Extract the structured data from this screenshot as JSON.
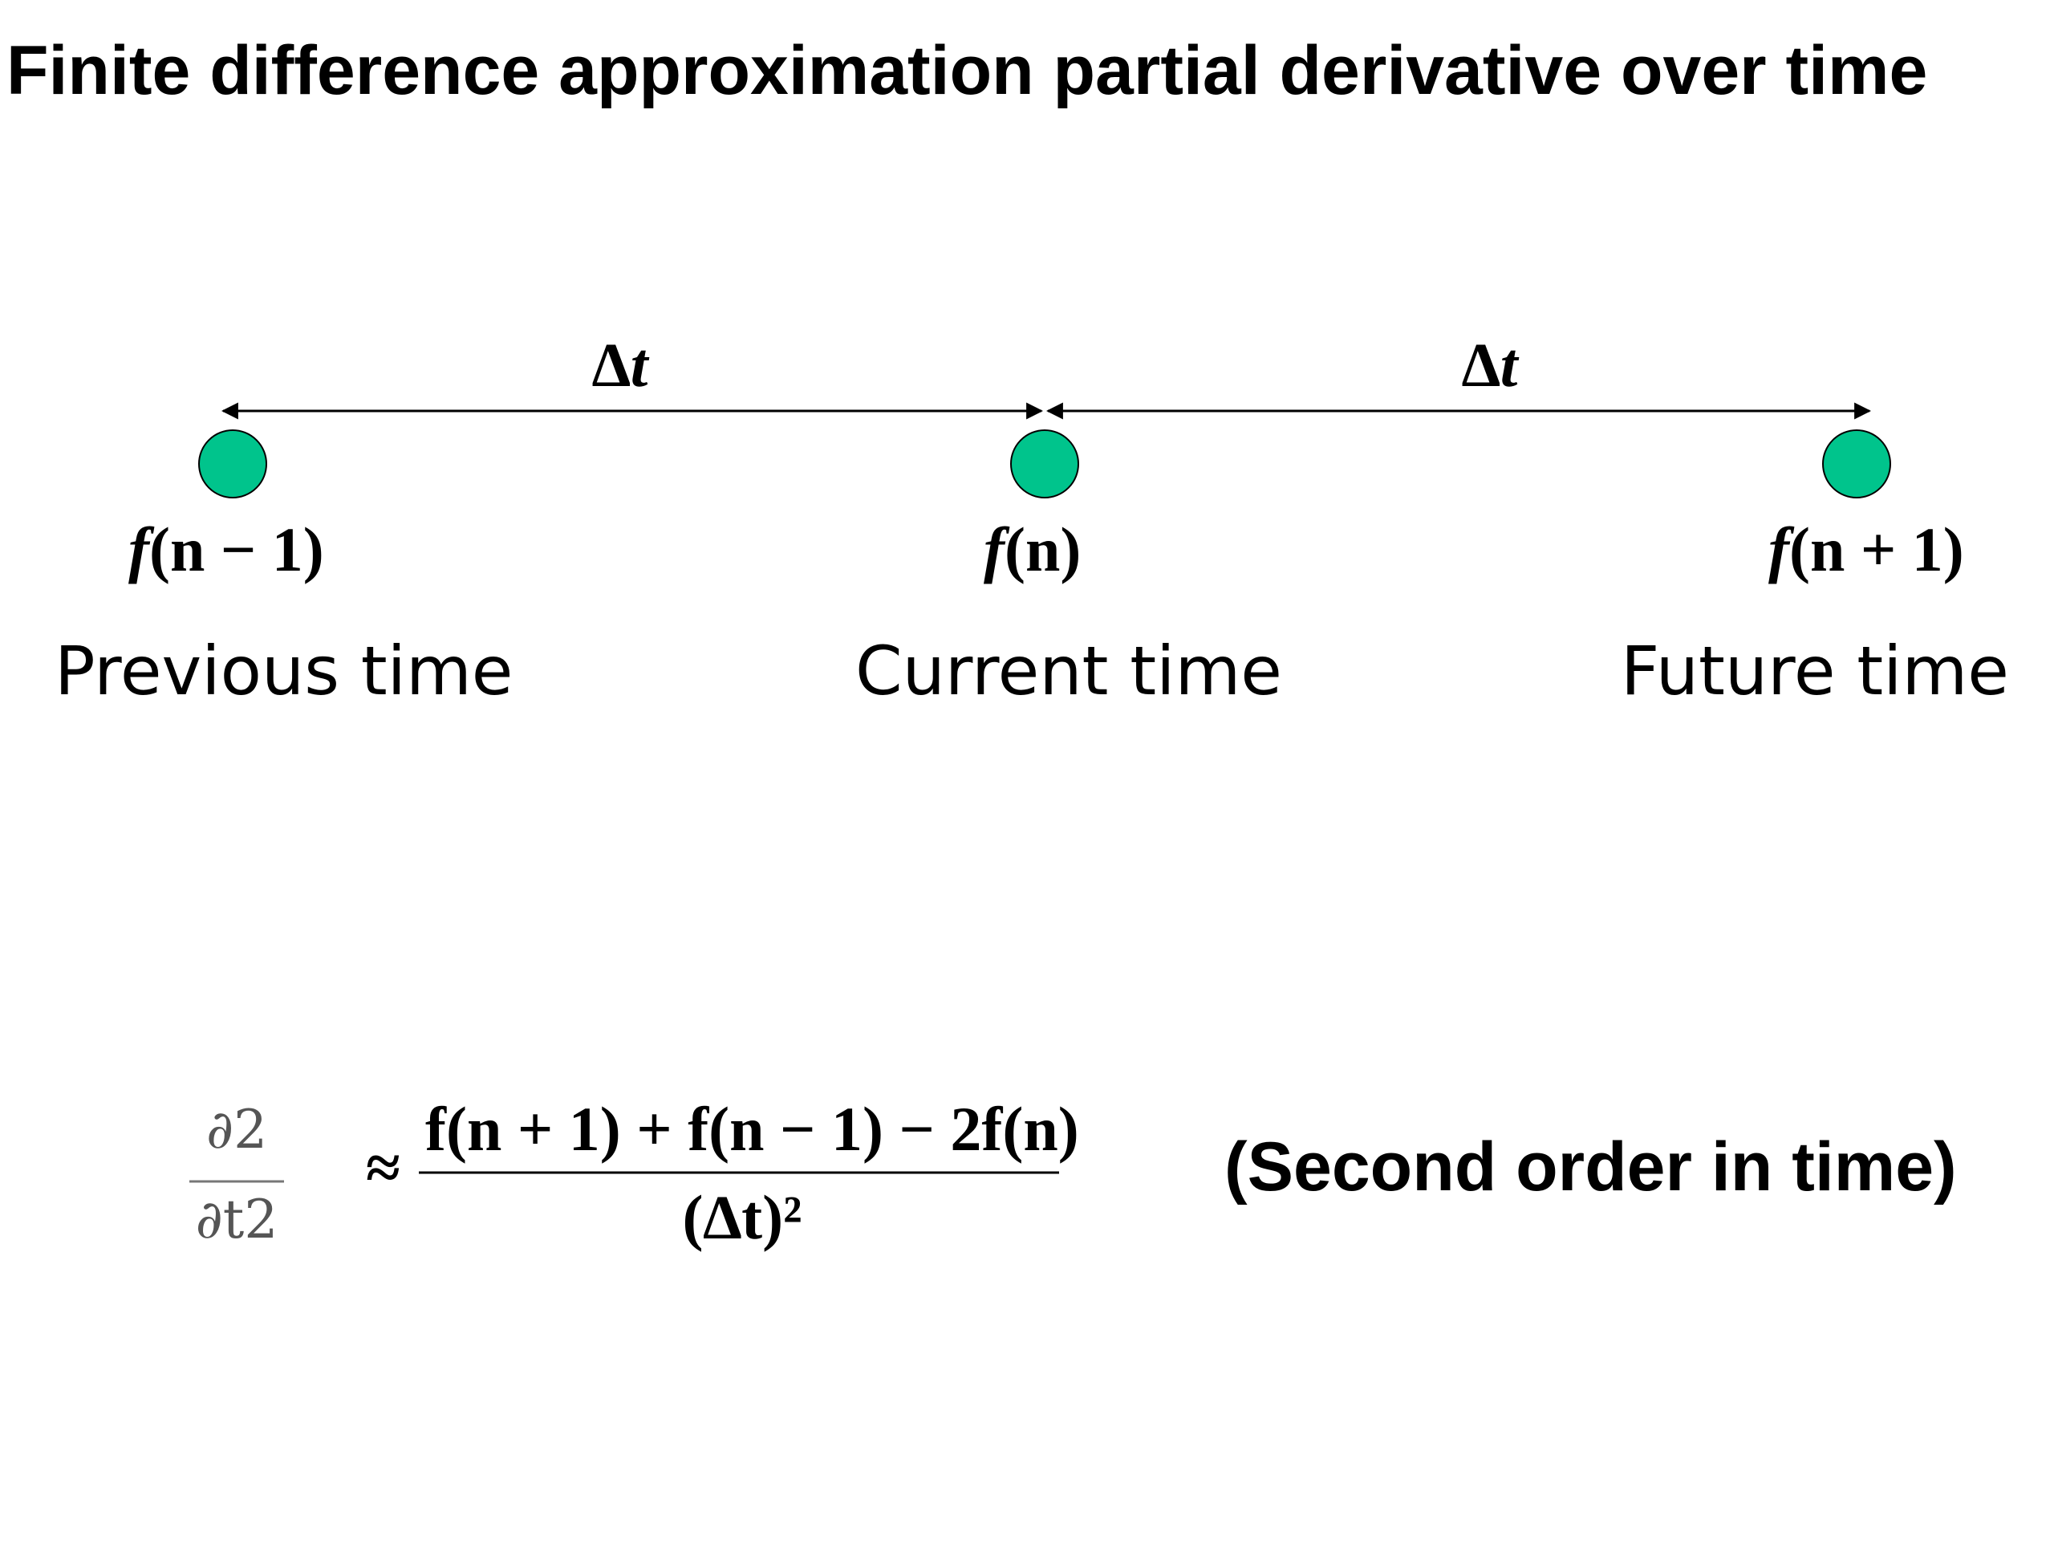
{
  "title": "Finite difference approximation partial derivative over time",
  "timeline": {
    "interval_labels": [
      {
        "symbol": "∆",
        "var": "t"
      },
      {
        "symbol": "∆",
        "var": "t"
      }
    ],
    "points": [
      {
        "value_f": "f",
        "value_args": "(n − 1)",
        "label": "Previous time"
      },
      {
        "value_f": "f",
        "value_args": "(n)",
        "label": "Current time"
      },
      {
        "value_f": "f",
        "value_args": "(n + 1)",
        "label": "Future time"
      }
    ],
    "node_color": "#00c48c"
  },
  "formula": {
    "operator_num": "∂2",
    "operator_den": "∂t2",
    "approx": "≈",
    "numerator": "f(n + 1) + f(n − 1) − 2f(n)",
    "denominator": "(∆t)²",
    "note": "(Second order in time)"
  }
}
